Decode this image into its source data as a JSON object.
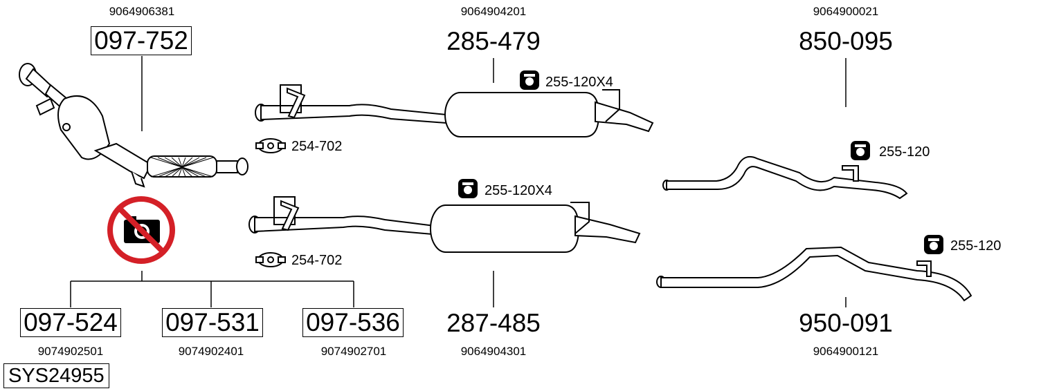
{
  "colors": {
    "line": "#000000",
    "prohibit_red": "#d42027",
    "background": "#ffffff"
  },
  "parts": {
    "cat": {
      "oe": "9064906381",
      "part": "097-752"
    },
    "front_muffler": {
      "oe": "9064904201",
      "part": "285-479"
    },
    "rear_pipe_top": {
      "oe": "9064900021",
      "part": "850-095"
    },
    "mid_muffler": {
      "oe": "9064904301",
      "part": "287-485"
    },
    "rear_pipe_bottom": {
      "oe": "9064900121",
      "part": "950-091"
    },
    "option_a": {
      "oe": "9074902501",
      "part": "097-524"
    },
    "option_b": {
      "oe": "9074902401",
      "part": "097-531"
    },
    "option_c": {
      "oe": "9074902701",
      "part": "097-536"
    }
  },
  "accessories": {
    "hanger_front": "255-120X4",
    "clamp_front": "254-702",
    "hanger_mid": "255-120X4",
    "clamp_mid": "254-702",
    "hanger_rear_top": "255-120",
    "hanger_rear_bottom": "255-120"
  },
  "system": {
    "code": "SYS24955"
  },
  "icons": {
    "no_photo": "no-camera-icon",
    "hanger": "rubber-hanger-icon",
    "clamp": "pipe-clamp-icon"
  }
}
